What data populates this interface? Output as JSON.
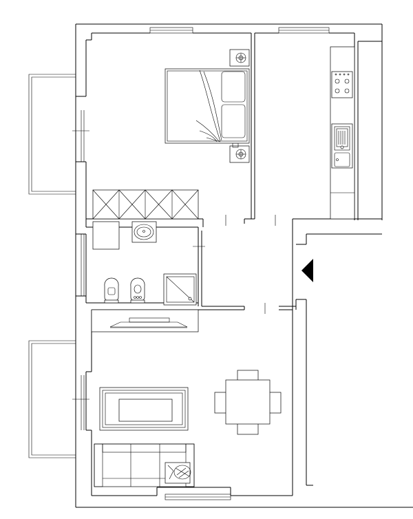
{
  "plan": {
    "rooms": [
      "bedroom",
      "kitchen",
      "bathroom",
      "hallway",
      "living-room"
    ],
    "fixtures": [
      "double-bed",
      "nightstand",
      "wardrobe",
      "cooktop",
      "kitchen-sink",
      "washbasin",
      "toilet",
      "bidet",
      "shower",
      "tv-console",
      "rug",
      "coffee-table",
      "dining-table",
      "chair",
      "sofa",
      "armchair",
      "entrance-arrow"
    ],
    "colors": {
      "line": "#000000",
      "background": "#ffffff",
      "arrow": "#000000"
    }
  }
}
